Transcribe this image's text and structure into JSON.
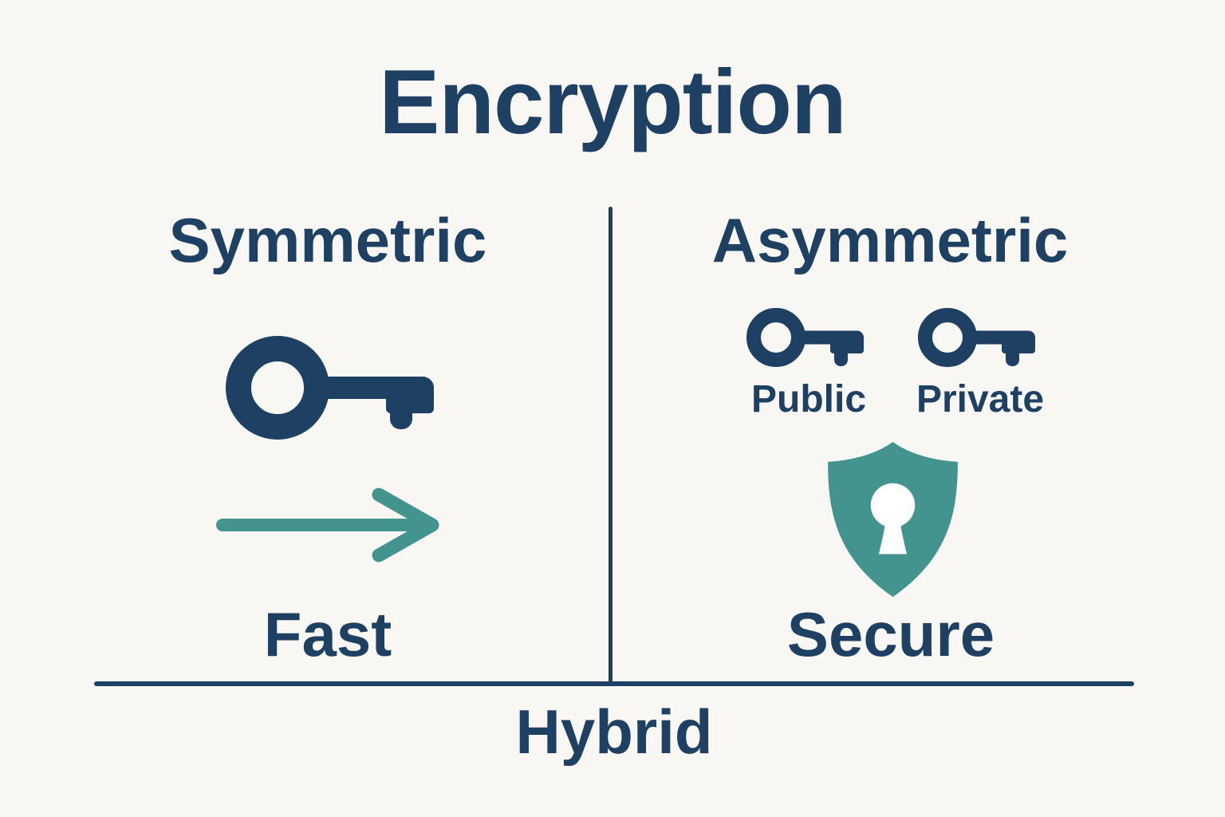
{
  "colors": {
    "background": "#f9f7f3",
    "ink": "#1e4063",
    "teal": "#43948e"
  },
  "title": "Encryption",
  "left_column": {
    "heading": "Symmetric",
    "key_icon": "key-icon",
    "arrow_icon": "arrow-right-icon",
    "caption": "Fast"
  },
  "right_column": {
    "heading": "Asymmetric",
    "keys": [
      {
        "icon": "key-icon",
        "label": "Public"
      },
      {
        "icon": "key-icon",
        "label": "Private"
      }
    ],
    "shield_icon": "shield-keyhole-icon",
    "caption": "Secure"
  },
  "footer": {
    "caption": "Hybrid"
  }
}
